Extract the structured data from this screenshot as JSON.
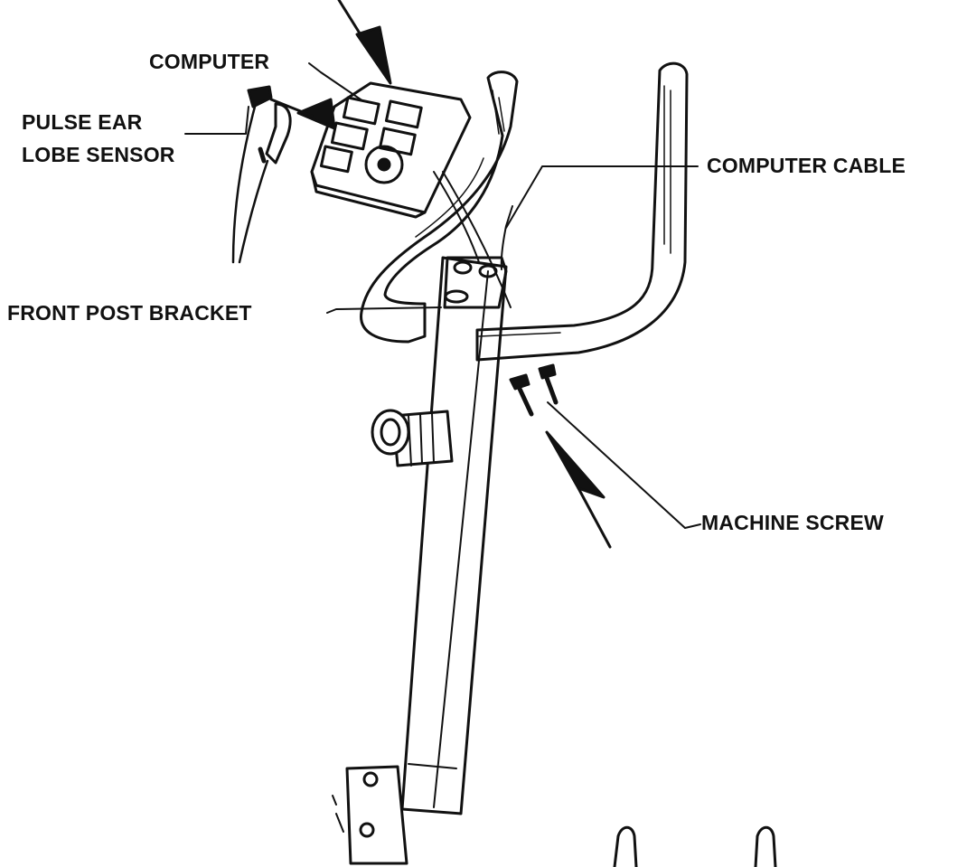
{
  "diagram": {
    "labels": {
      "computer": "COMPUTER",
      "pulse_line1": "PULSE EAR",
      "pulse_line2": "LOBE SENSOR",
      "computer_cable": "COMPUTER CABLE",
      "front_post_bracket": "FRONT POST BRACKET",
      "machine_screw": "MACHINE SCREW"
    },
    "colors": {
      "ink": "#111111",
      "paper": "#ffffff"
    }
  }
}
